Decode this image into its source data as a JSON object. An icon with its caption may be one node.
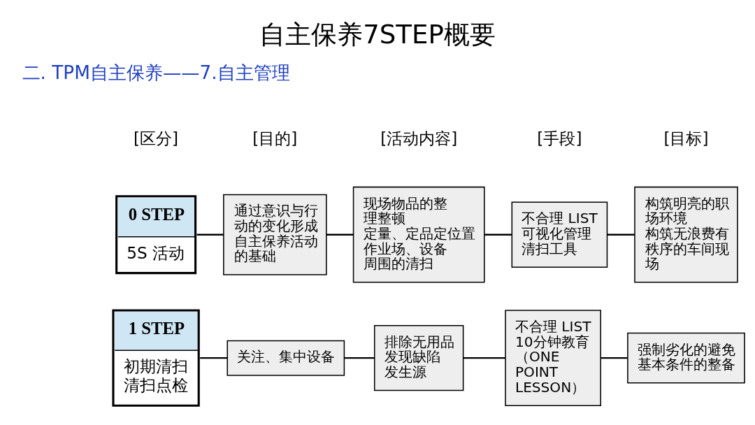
{
  "diagram": {
    "title": "自主保养7STEP概要",
    "nodes": [
      {
        "text": [
          "0 STEP",
          "5S 活动"
        ]
      },
      {
        "text": [
          "通过意识与行动的变化形成自主保养活动的基础"
        ]
      },
      {
        "text": [
          "现场物品的整理整顿",
          "定量、定品定位置",
          "作业场、设备周围的清扫"
        ]
      },
      {
        "text": [
          "不合理 LIST",
          "可视化管理",
          "清扫工具"
        ]
      },
      {
        "text": [
          "构筑明亮的职场环境",
          "构筑无浪费有秩序的车间现场"
        ]
      },
      {
        "text": [
          "1 STEP",
          "初期清扫",
          "清扫点检"
        ]
      },
      {
        "text": [
          "关注、集中设备"
        ]
      },
      {
        "text": [
          "排除无用品",
          "发现缺陷",
          "发生源"
        ]
      },
      {
        "text": [
          "不合理 LIST",
          "10分钟教育",
          "（ONE POINT LESSON）"
        ]
      },
      {
        "text": [
          "强制劣化的避免",
          "基本条件的整备"
        ]
      }
    ],
    "edges": [
      {
        "from": 0,
        "to": 1,
        "arrow": "none"
      },
      {
        "from": 1,
        "to": 2,
        "arrow": "none"
      },
      {
        "from": 2,
        "to": 3,
        "arrow": "none"
      },
      {
        "from": 3,
        "to": 4,
        "arrow": "none"
      },
      {
        "from": 5,
        "to": 6,
        "arrow": "none"
      },
      {
        "from": 6,
        "to": 7,
        "arrow": "none"
      },
      {
        "from": 7,
        "to": 8,
        "arrow": "none"
      },
      {
        "from": 8,
        "to": 9,
        "arrow": "none"
      }
    ],
    "labels": [
      "二. TPM自主保养——7.自主管理",
      "[区分]",
      "[目的]",
      "[活动内容]",
      "[手段]",
      "[目标]"
    ]
  }
}
